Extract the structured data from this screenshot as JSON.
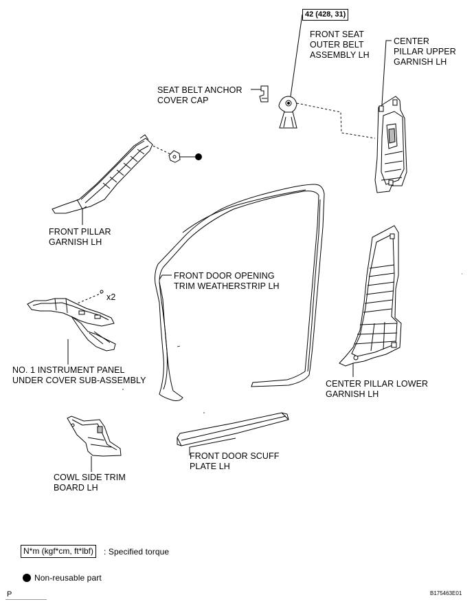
{
  "torque": {
    "value": "42 (428, 31)"
  },
  "parts": {
    "front_seat_outer_belt": [
      "FRONT SEAT",
      "OUTER BELT",
      "ASSEMBLY LH"
    ],
    "center_pillar_upper": [
      "CENTER",
      "PILLAR UPPER",
      "GARNISH LH"
    ],
    "seat_belt_anchor_cap": [
      "SEAT BELT ANCHOR",
      "COVER CAP"
    ],
    "front_pillar_garnish": [
      "FRONT PILLAR",
      "GARNISH LH"
    ],
    "door_weatherstrip": [
      "FRONT DOOR OPENING",
      "TRIM WEATHERSTRIP LH"
    ],
    "instrument_panel_cover": [
      "NO. 1 INSTRUMENT PANEL",
      "UNDER COVER SUB-ASSEMBLY"
    ],
    "center_pillar_lower": [
      "CENTER PILLAR LOWER",
      "GARNISH LH"
    ],
    "cowl_side_trim": [
      "COWL SIDE TRIM",
      "BOARD LH"
    ],
    "door_scuff_plate": [
      "FRONT DOOR SCUFF",
      "PLATE LH"
    ]
  },
  "quantity_marker": "x2",
  "legend": {
    "torque_unit": "N*m (kgf*cm, ft*lbf)",
    "torque_desc": ": Specified torque",
    "nonreusable_desc": "Non-reusable part"
  },
  "corner_left": "P",
  "figure_code": "B175463E01"
}
